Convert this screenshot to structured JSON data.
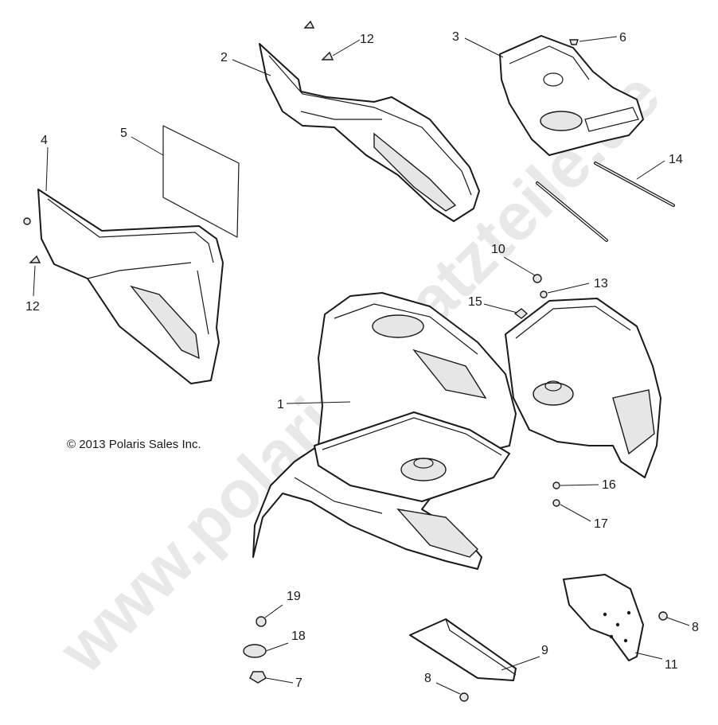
{
  "copyright": "© 2013 Polaris Sales Inc.",
  "watermark": "www.polarisersatzteile.de",
  "callouts": {
    "c1": "1",
    "c2": "2",
    "c3": "3",
    "c4": "4",
    "c5": "5",
    "c6": "6",
    "c7": "7",
    "c8a": "8",
    "c8b": "8",
    "c9": "9",
    "c10": "10",
    "c11": "11",
    "c12a": "12",
    "c12b": "12",
    "c13": "13",
    "c14": "14",
    "c15": "15",
    "c16": "16",
    "c17": "17",
    "c18": "18",
    "c19": "19"
  }
}
